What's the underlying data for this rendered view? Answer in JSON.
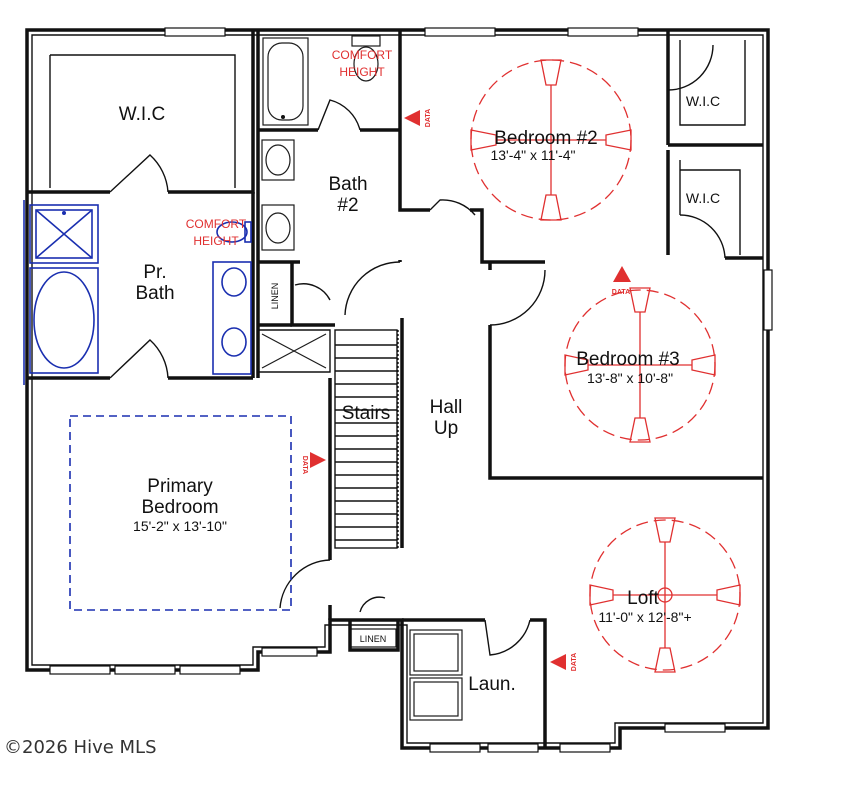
{
  "rooms": {
    "wic_primary": "W.I.C",
    "wic_bed2": "W.I.C",
    "wic_bed3": "W.I.C",
    "pr_bath_1": "Pr.",
    "pr_bath_2": "Bath",
    "bath2_1": "Bath",
    "bath2_2": "#2",
    "bedroom2": "Bedroom #2",
    "bedroom2_dim": "13'-4\" x 11'-4\"",
    "bedroom3": "Bedroom #3",
    "bedroom3_dim": "13'-8\" x 10'-8\"",
    "primary_1": "Primary",
    "primary_2": "Bedroom",
    "primary_dim": "15'-2\" x 13'-10\"",
    "stairs": "Stairs",
    "hall_1": "Hall",
    "hall_2": "Up",
    "loft": "Loft",
    "loft_dim": "11'-0\" x 12'-8\"+",
    "laundry": "Laun.",
    "linen_upper": "LINEN",
    "linen_lower": "LINEN"
  },
  "notes": {
    "comfort": "COMFORT",
    "height": "HEIGHT",
    "data": "DATA"
  },
  "watermark": "©2026 Hive MLS",
  "colors": {
    "annotation": "#e03030",
    "fixture_highlight": "#1a2fb0",
    "wall": "#111111"
  }
}
